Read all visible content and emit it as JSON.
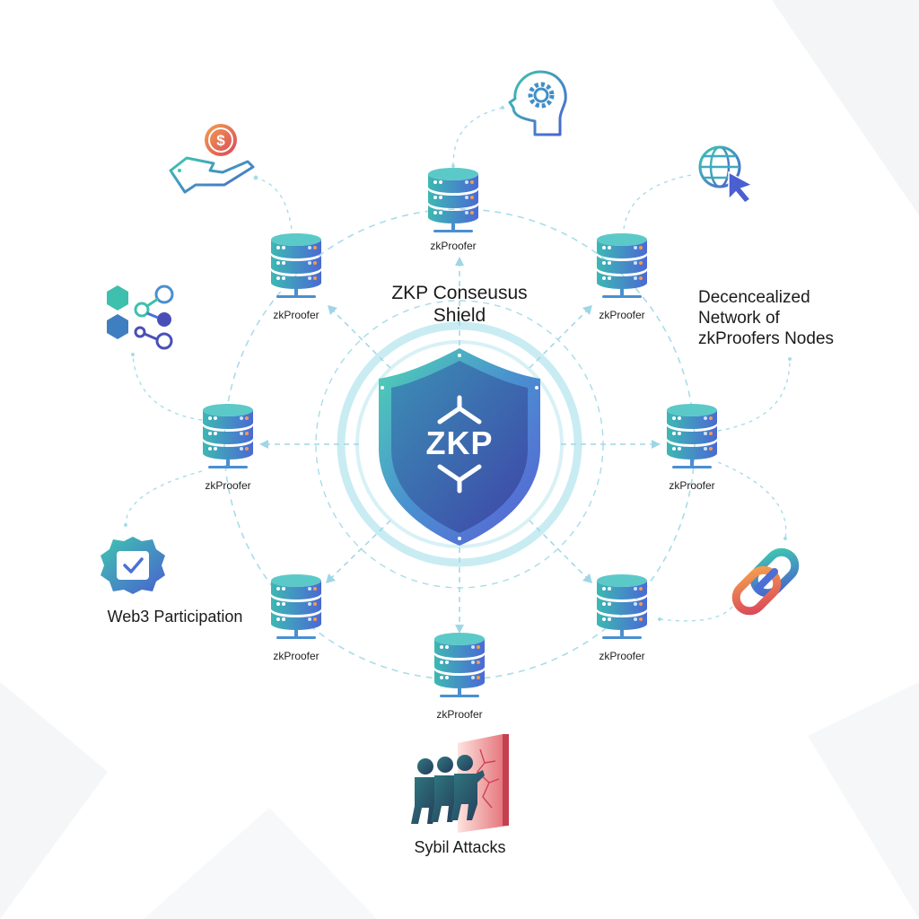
{
  "diagram": {
    "title_line1": "ZKP Conseusus",
    "title_line2": "Shield",
    "shield_text": "ZKP",
    "network_label_line1": "Decencealized",
    "network_label_line2": "Network of",
    "network_label_line3": "zkProofers Nodes",
    "nodes": [
      {
        "label": "zkProofer",
        "position": "top"
      },
      {
        "label": "zkProofer",
        "position": "top-left"
      },
      {
        "label": "zkProofer",
        "position": "top-right"
      },
      {
        "label": "zkProofer",
        "position": "left"
      },
      {
        "label": "zkProofer",
        "position": "right"
      },
      {
        "label": "zkProofer",
        "position": "bottom-left"
      },
      {
        "label": "zkProofer",
        "position": "bottom-right"
      },
      {
        "label": "zkProofer",
        "position": "bottom"
      }
    ],
    "peripheral_icons": [
      {
        "name": "hand-coin-icon",
        "meaning": "incentives"
      },
      {
        "name": "hexagon-network-icon",
        "meaning": "blockchain graph"
      },
      {
        "name": "head-gear-icon",
        "meaning": "computation"
      },
      {
        "name": "globe-cursor-icon",
        "meaning": "web access"
      },
      {
        "name": "chain-link-icon",
        "meaning": "linking"
      },
      {
        "name": "verified-badge-icon",
        "meaning": "participation"
      },
      {
        "name": "crowd-wall-icon",
        "meaning": "sybil attack"
      }
    ],
    "web3_label": "Web3 Participation",
    "sybil_label": "Sybil Attacks",
    "colors": {
      "teal": "#3fc7b0",
      "blue": "#4a6fd6",
      "indigo": "#4b4fb8",
      "ring": "#bfe6ef",
      "dash": "#9fd6e6",
      "orange": "#f08a4b",
      "red": "#d9475a"
    }
  }
}
